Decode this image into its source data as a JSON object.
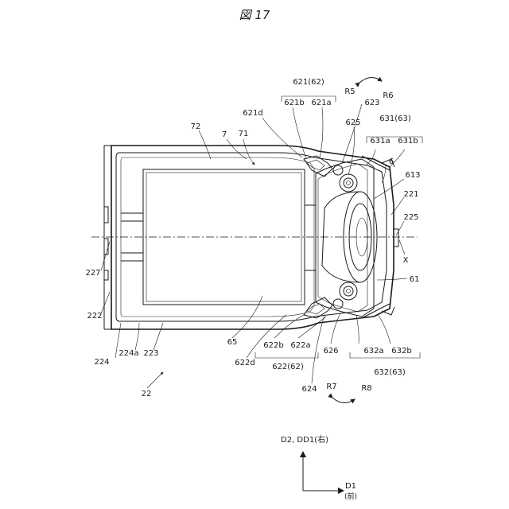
{
  "figure": {
    "title": "図 17"
  },
  "labels": {
    "l621_62": "621(62)",
    "l621b": "621b",
    "l621a": "621a",
    "lR5": "R5",
    "lR6": "R6",
    "l623": "623",
    "l621d": "621d",
    "l625": "625",
    "l631_63": "631(63)",
    "l631a": "631a",
    "l631b": "631b",
    "l72": "72",
    "l7": "7",
    "l71": "71",
    "l6": "6",
    "l613": "613",
    "l221": "221",
    "l225": "225",
    "lX": "X",
    "l227": "227",
    "l61": "61",
    "l222": "222",
    "l65": "65",
    "l622b": "622b",
    "l622a": "622a",
    "l626": "626",
    "l632a": "632a",
    "l632b": "632b",
    "l224": "224",
    "l224a": "224a",
    "l223": "223",
    "l622d": "622d",
    "l622_62": "622(62)",
    "l632_63": "632(63)",
    "l624": "624",
    "lR7": "R7",
    "lR8": "R8",
    "l22": "22"
  },
  "axes": {
    "d2_label": "D2, DD1(右)",
    "d1_label": "D1",
    "d1_sub": "(前)"
  }
}
